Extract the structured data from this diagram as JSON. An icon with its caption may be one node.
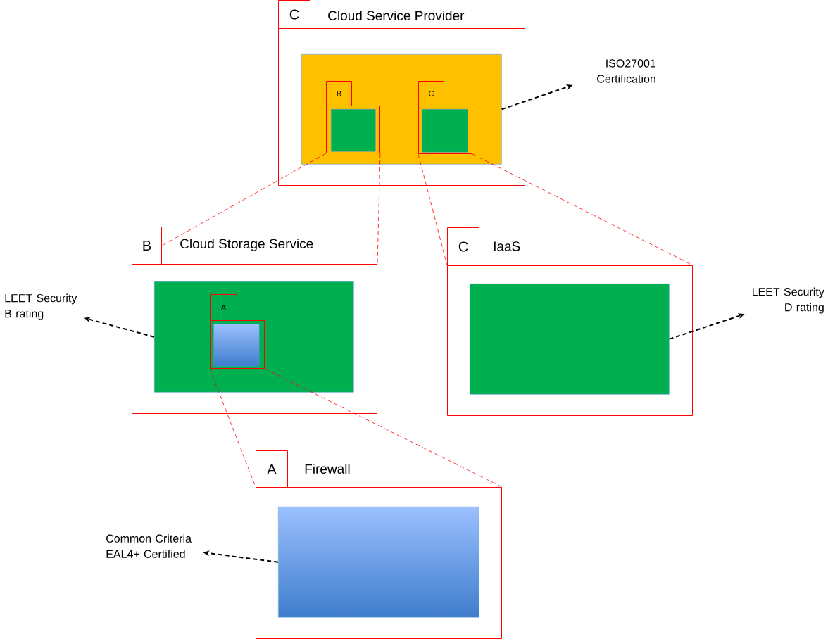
{
  "diagram": {
    "nodes": [
      {
        "text": [
          "C"
        ]
      },
      {
        "text": [
          "Cloud Service Provider"
        ]
      },
      {
        "text": [],
        "shape": "box",
        "in": 1
      },
      {
        "text": [
          "B"
        ],
        "in": 2
      },
      {
        "text": [],
        "shape": "box",
        "in": 2
      },
      {
        "text": [],
        "shape": "box",
        "in": 4
      },
      {
        "text": [
          "C"
        ],
        "in": 2
      },
      {
        "text": [],
        "shape": "box",
        "in": 2
      },
      {
        "text": [],
        "shape": "box",
        "in": 7
      },
      {
        "text": [
          "ISO27001 Certification"
        ]
      },
      {
        "text": [
          "B"
        ]
      },
      {
        "text": [
          "Cloud Storage Service"
        ]
      },
      {
        "text": [],
        "shape": "box",
        "in": 11
      },
      {
        "text": [
          "A"
        ],
        "in": 12
      },
      {
        "text": [],
        "shape": "box",
        "in": 12
      },
      {
        "text": [],
        "shape": "box",
        "in": 14
      },
      {
        "text": [
          "LEET Security B rating"
        ]
      },
      {
        "text": [
          "C"
        ]
      },
      {
        "text": [
          "IaaS"
        ]
      },
      {
        "text": [],
        "shape": "box",
        "in": 18
      },
      {
        "text": [
          "LEET Security D rating"
        ]
      },
      {
        "text": [
          "A"
        ]
      },
      {
        "text": [
          "Firewall"
        ]
      },
      {
        "text": [],
        "shape": "box",
        "in": 22
      },
      {
        "text": [
          "Common Criteria EAL4+ Certified"
        ]
      }
    ],
    "edges": [
      {
        "from": 4,
        "to": 10,
        "arrow": "none",
        "style": "dashed",
        "color": "#ff0000"
      },
      {
        "from": 4,
        "to": 11,
        "arrow": "none",
        "style": "dashed",
        "color": "#ff0000"
      },
      {
        "from": 7,
        "to": 18,
        "arrow": "none",
        "style": "dashed",
        "color": "#ff0000"
      },
      {
        "from": 7,
        "to": 18,
        "arrow": "none",
        "style": "dashed",
        "color": "#ff0000"
      },
      {
        "from": 14,
        "to": 22,
        "arrow": "none",
        "style": "dashed",
        "color": "#ff0000"
      },
      {
        "from": 14,
        "to": 22,
        "arrow": "none",
        "style": "dashed",
        "color": "#ff0000"
      },
      {
        "from": 2,
        "to": 9,
        "arrow": "to",
        "style": "dashed",
        "color": "#000000"
      },
      {
        "from": 12,
        "to": 16,
        "arrow": "to",
        "style": "dashed",
        "color": "#000000"
      },
      {
        "from": 19,
        "to": 20,
        "arrow": "to",
        "style": "dashed",
        "color": "#000000"
      },
      {
        "from": 23,
        "to": 24,
        "arrow": "to",
        "style": "dashed",
        "color": "#000000"
      }
    ]
  }
}
